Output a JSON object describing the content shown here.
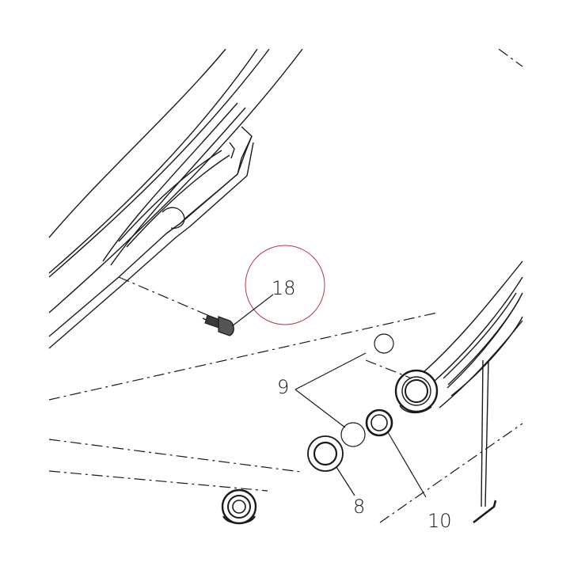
{
  "callouts": {
    "part_18": "18",
    "part_9": "9",
    "part_8": "8",
    "part_10": "10"
  },
  "colors": {
    "line": "#1a1a1a",
    "highlight": "#b03a48",
    "background": "#ffffff"
  }
}
